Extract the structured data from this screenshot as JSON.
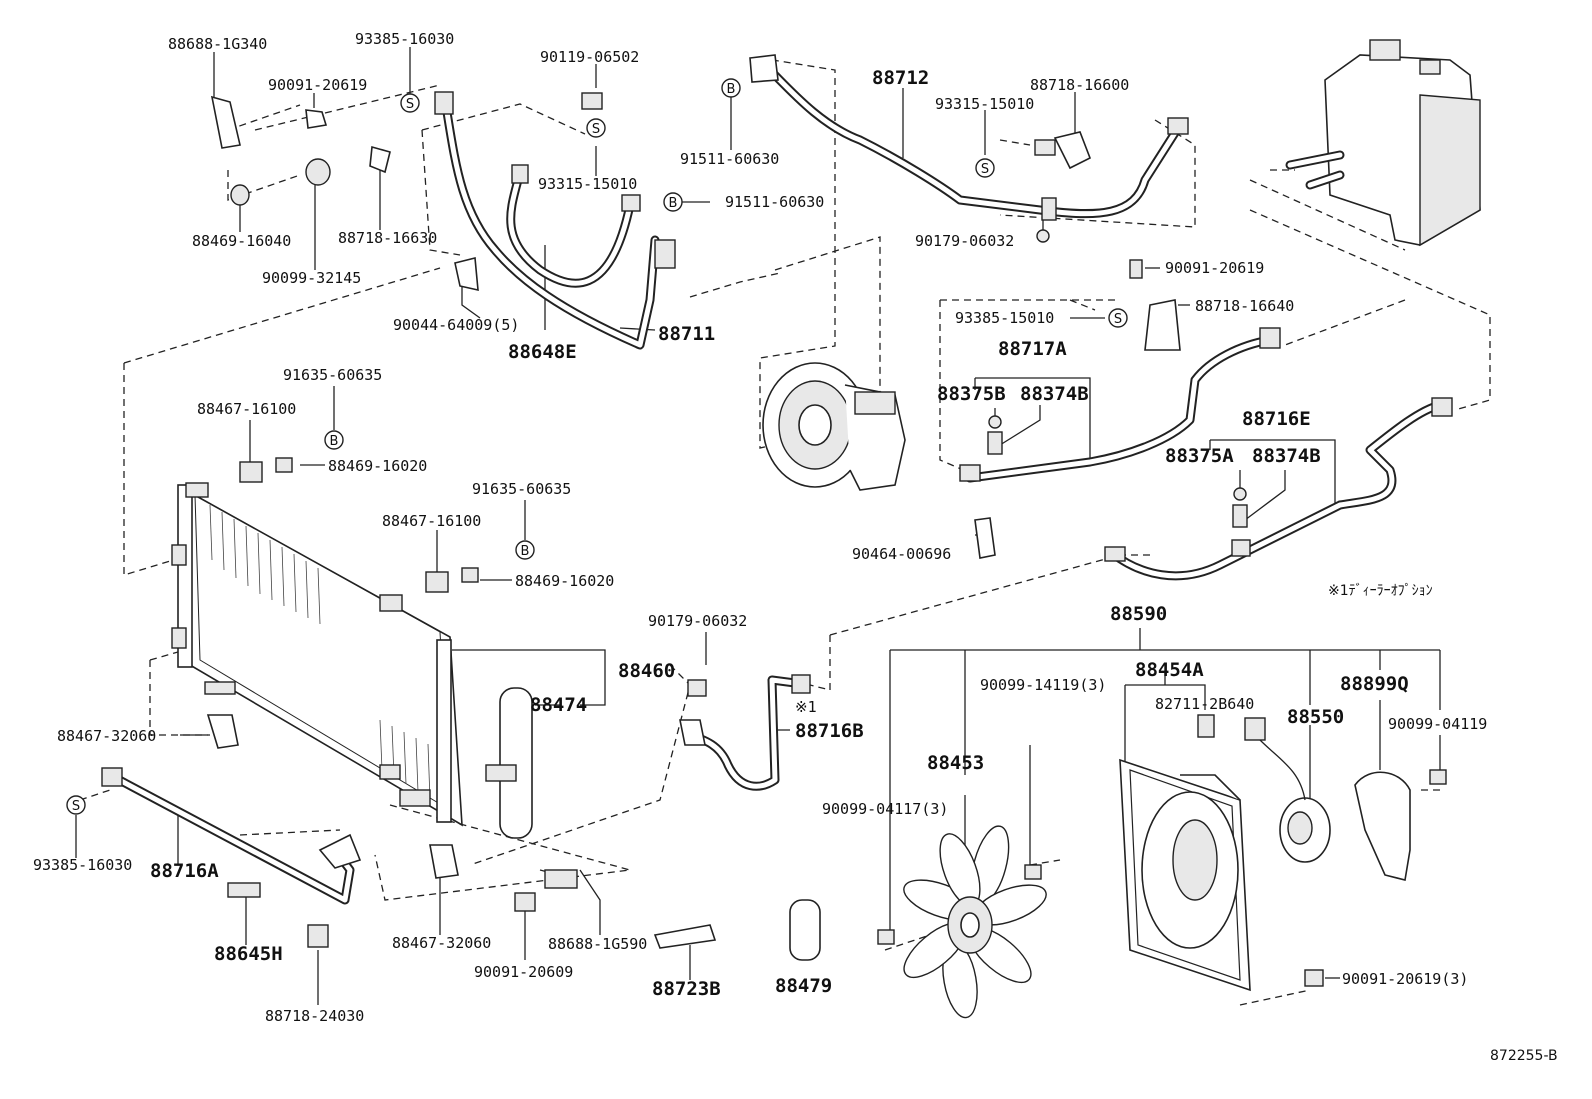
{
  "labels": {
    "l88688_1G340": "88688-1G340",
    "l93385_16030_top": "93385-16030",
    "l90119_06502": "90119-06502",
    "l90091_20619_a": "90091-20619",
    "l93315_15010_a": "93315-15010",
    "l91511_60630_a": "91511-60630",
    "l91511_60630_b": "91511-60630",
    "l88469_16040": "88469-16040",
    "l88718_16630": "88718-16630",
    "l90099_32145": "90099-32145",
    "l90044_64009": "90044-64009(5)",
    "l88648E": "88648E",
    "l88711": "88711",
    "l88712": "88712",
    "l88718_16600": "88718-16600",
    "l93315_15010_b": "93315-15010",
    "l90179_06032_a": "90179-06032",
    "l90091_20619_b": "90091-20619",
    "l88718_16640": "88718-16640",
    "l93385_15010": "93385-15010",
    "l88717A": "88717A",
    "l88375B": "88375B",
    "l88374B_a": "88374B",
    "l88716E": "88716E",
    "l88375A": "88375A",
    "l88374B_b": "88374B",
    "l90464_00696": "90464-00696",
    "l91635_60635_a": "91635-60635",
    "l88467_16100_a": "88467-16100",
    "l88469_16020_a": "88469-16020",
    "l91635_60635_b": "91635-60635",
    "l88467_16100_b": "88467-16100",
    "l88469_16020_b": "88469-16020",
    "l90179_06032_b": "90179-06032",
    "l88460": "88460",
    "l88474": "88474",
    "l88716B": "88716B",
    "mark1": "※1",
    "l88467_32060_a": "88467-32060",
    "l93385_16030_b": "93385-16030",
    "l88716A": "88716A",
    "l88645H": "88645H",
    "l88718_24030": "88718-24030",
    "l88467_32060_b": "88467-32060",
    "l90091_20609": "90091-20609",
    "l88688_1G590": "88688-1G590",
    "l88723B": "88723B",
    "l88479": "88479",
    "l88590": "88590",
    "l88454A": "88454A",
    "l90099_14119": "90099-14119(3)",
    "l82711_2B640": "82711-2B640",
    "l88550": "88550",
    "l88899Q": "88899Q",
    "l90099_04119": "90099-04119",
    "l88453": "88453",
    "l90099_04117": "90099-04117(3)",
    "l90091_20619_c": "90091-20619(3)",
    "dealer_note": "※1ﾃﾞｨｰﾗｰｵﾌﾟｼｮﾝ",
    "figure_code": "872255-B"
  },
  "markers": {
    "s": "S",
    "b": "B"
  }
}
